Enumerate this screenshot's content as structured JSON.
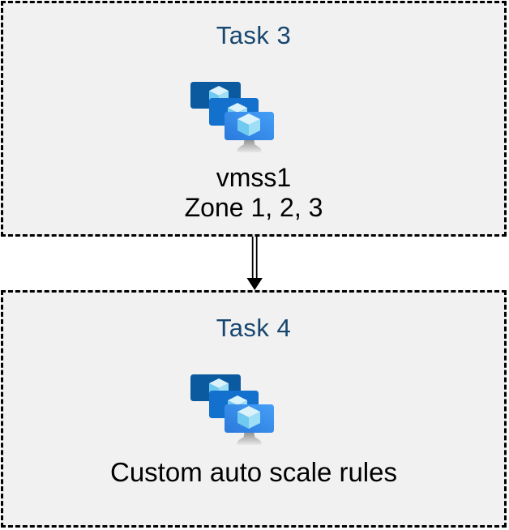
{
  "diagram": {
    "nodes": [
      {
        "id": "task3",
        "title": "Task 3",
        "icon": "vmss-icon",
        "label_lines": [
          "vmss1",
          "Zone 1, 2, 3"
        ]
      },
      {
        "id": "task4",
        "title": "Task 4",
        "icon": "vmss-icon",
        "label_lines": [
          "Custom auto scale rules"
        ]
      }
    ],
    "connector": {
      "from": "task3",
      "to": "task4",
      "type": "double-line-arrow",
      "direction": "down"
    },
    "colors": {
      "box_fill": "#f1f1f1",
      "box_border": "#000000",
      "title_text": "#17466f",
      "body_text": "#000000",
      "arrow": "#000000",
      "icon_monitor_back": "#0b5aa0",
      "icon_monitor_middle": "#1371cd",
      "icon_monitor_front_start": "#2a79dc",
      "icon_monitor_front_end": "#459ff6",
      "icon_cube_top": "#d9f2fc",
      "icon_cube_left": "#6fc9f1",
      "icon_cube_right": "#9fdef7",
      "icon_stand_top": "#969696",
      "icon_stand_bottom": "#e8e8e8"
    }
  }
}
